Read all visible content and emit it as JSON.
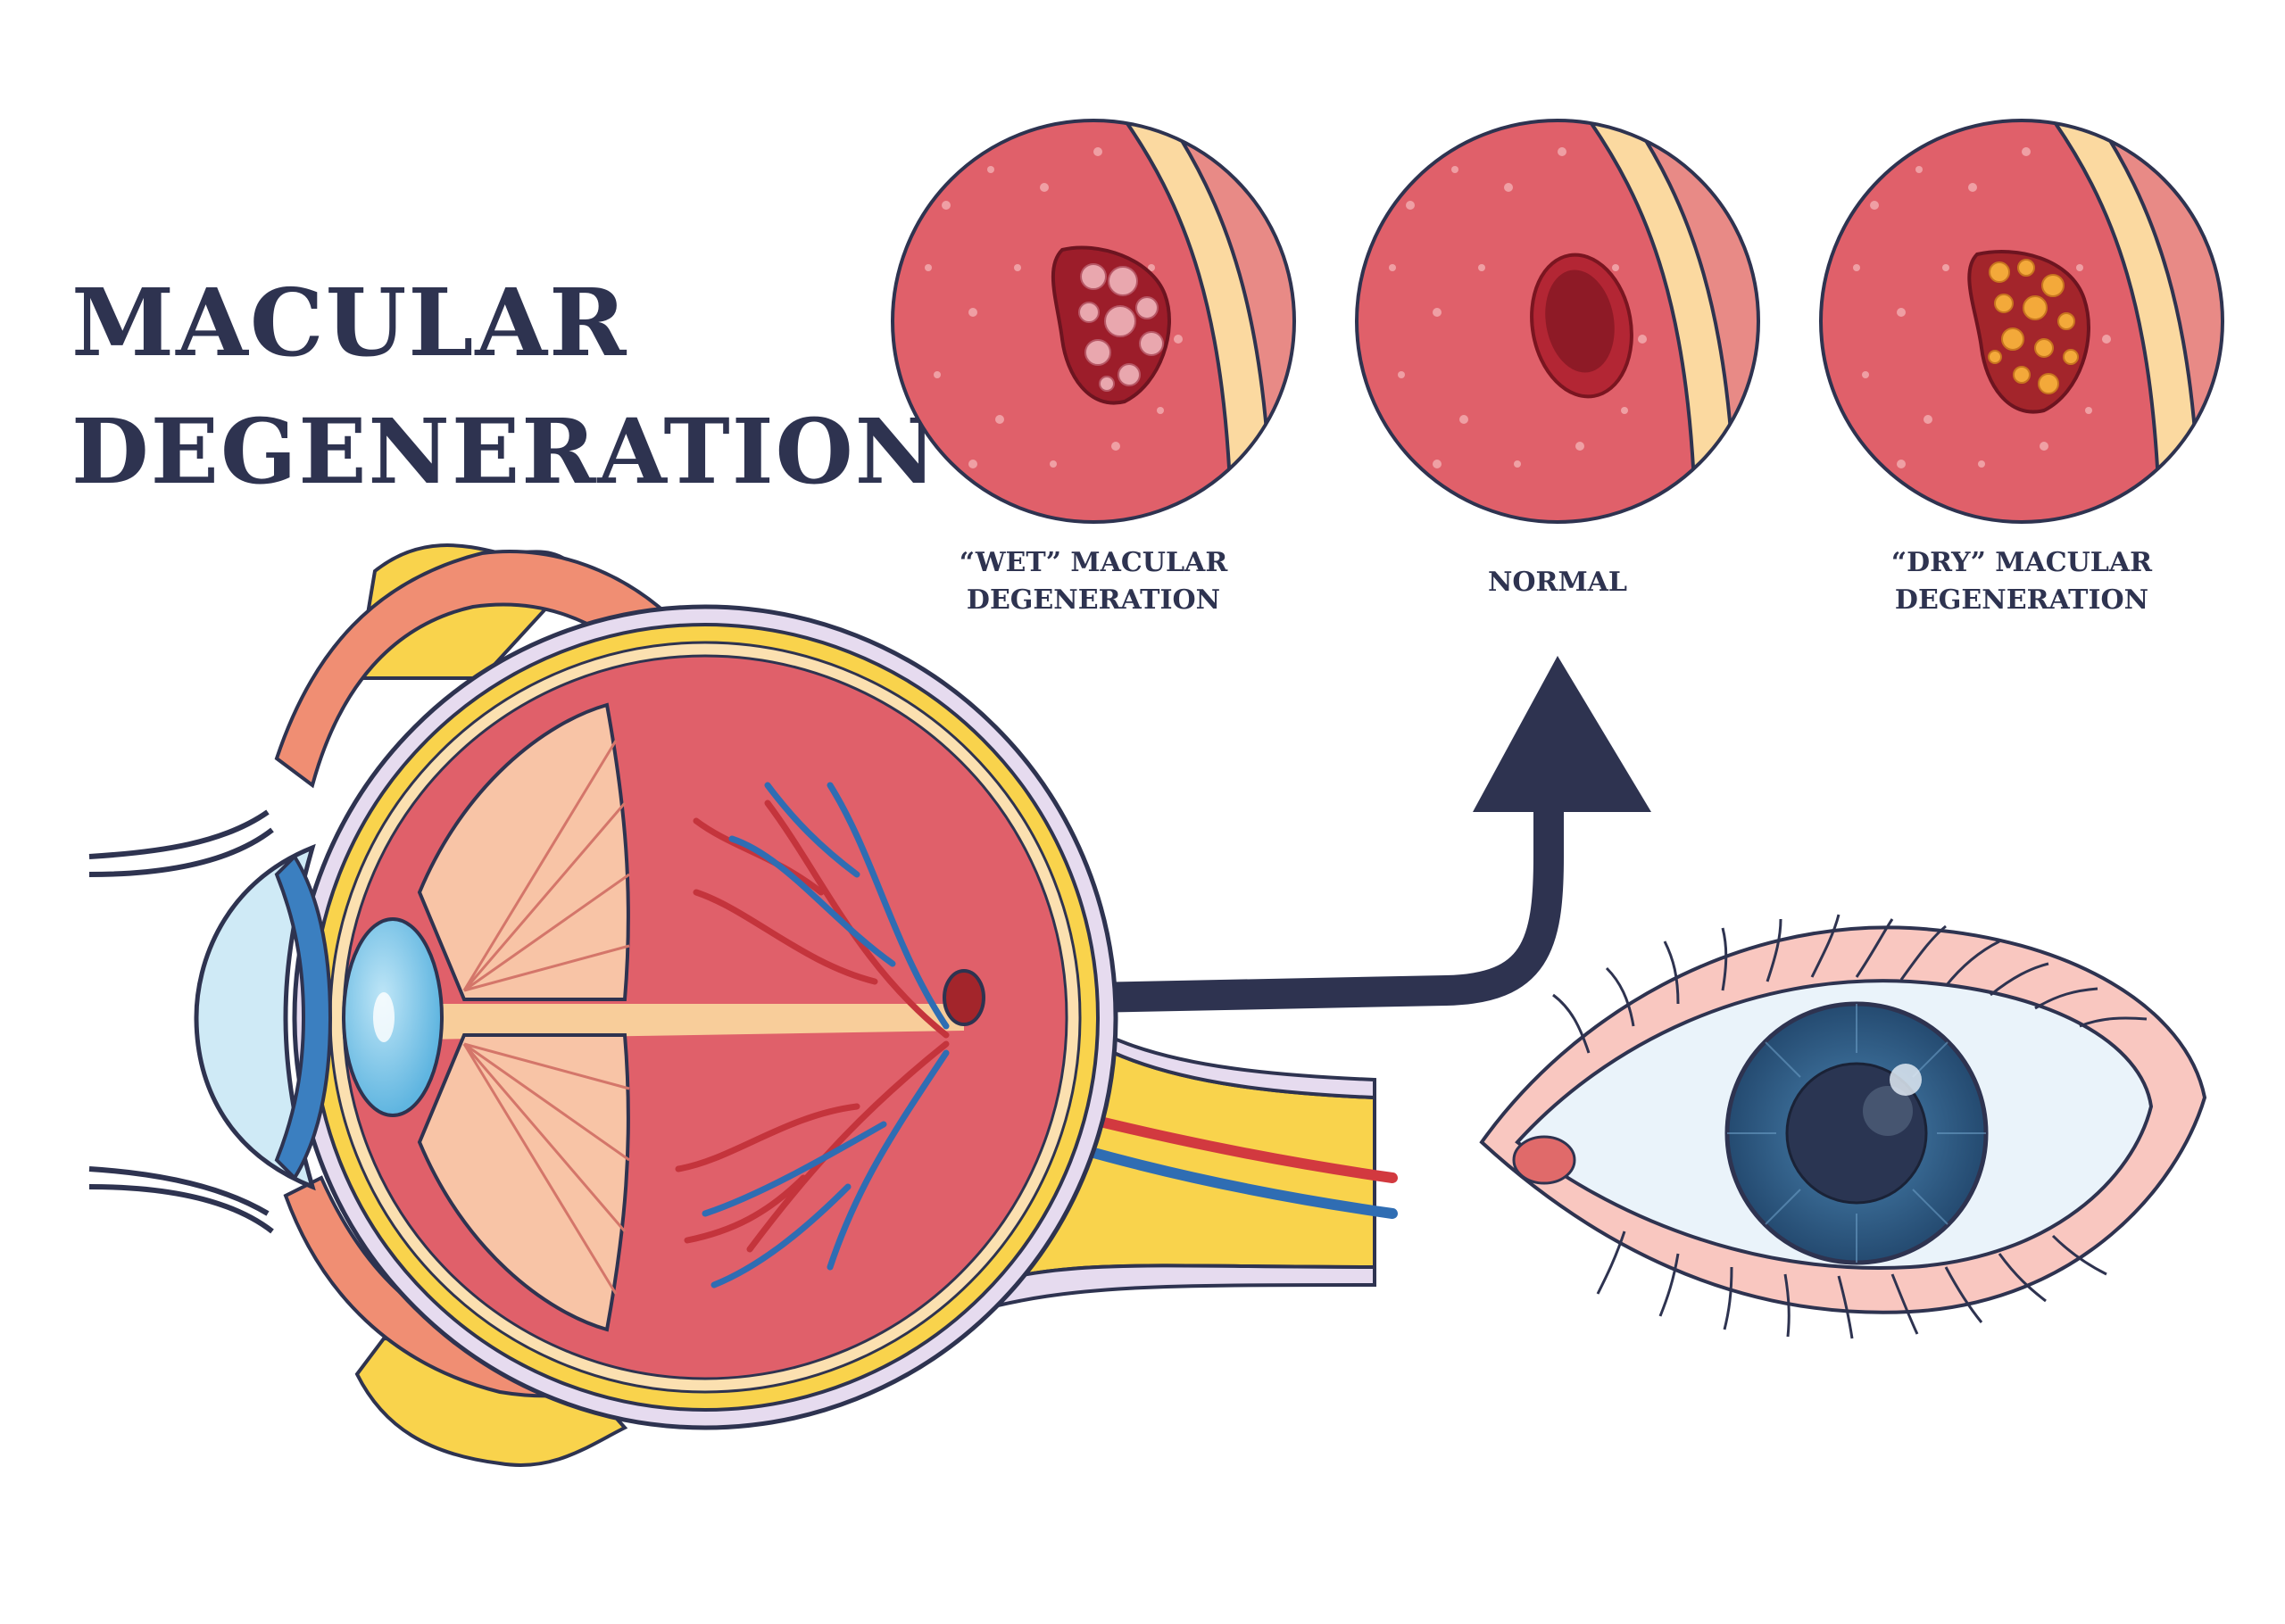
{
  "title": {
    "line1": "MACULAR",
    "line2": "DEGENERATION"
  },
  "panels": [
    {
      "key": "wet",
      "label_line1": "“WET” MACULAR",
      "label_line2": "DEGENERATION"
    },
    {
      "key": "normal",
      "label_line1": "NORMAL",
      "label_line2": ""
    },
    {
      "key": "dry",
      "label_line1": "“DRY” MACULAR",
      "label_line2": "DEGENERATION"
    }
  ],
  "colors": {
    "outline": "#2e3350",
    "retina": "#e0606a",
    "retina_dark": "#c94a55",
    "choroid_band": "#fbd9a0",
    "sclera_band": "#e88a86",
    "lesion_wet": "#9c1d2a",
    "lesion_dry": "#f3a93a",
    "iris_blue": "#3b6f9a",
    "vessel_red": "#d2393f",
    "vessel_blue": "#2f6db3",
    "fat_yellow": "#f9d34c",
    "muscle_orange": "#f08e73"
  }
}
